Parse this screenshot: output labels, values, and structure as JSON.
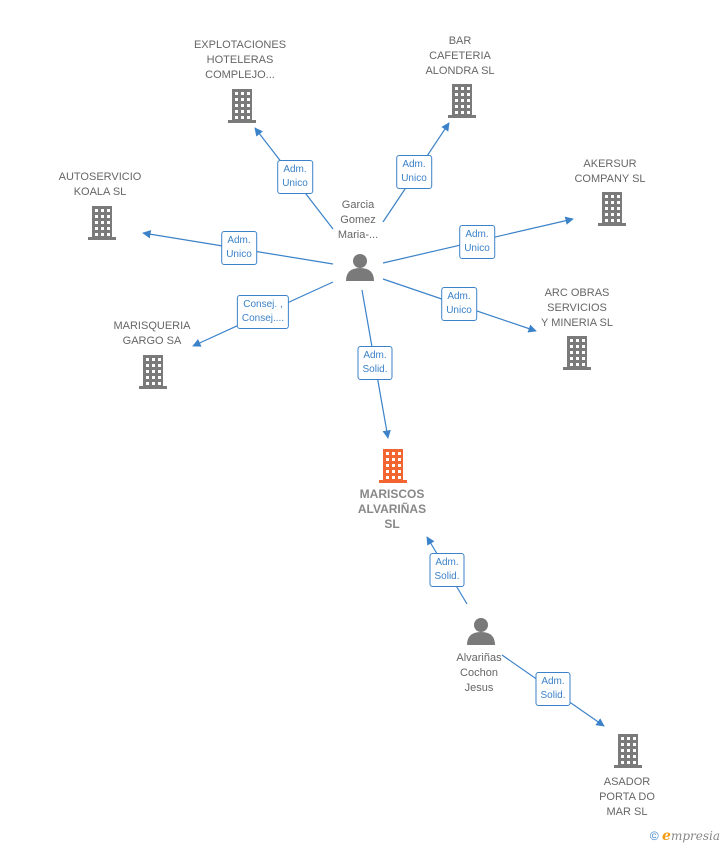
{
  "nodes": [
    {
      "id": "explotaciones",
      "kind": "company",
      "label": "EXPLOTACIONES\nHOTELERAS\nCOMPLEJO..."
    },
    {
      "id": "bar",
      "kind": "company",
      "label": "BAR\nCAFETERIA\nALONDRA SL"
    },
    {
      "id": "autoservicio",
      "kind": "company",
      "label": "AUTOSERVICIO\nKOALA  SL"
    },
    {
      "id": "akersur",
      "kind": "company",
      "label": "AKERSUR\nCOMPANY  SL"
    },
    {
      "id": "marisqueria",
      "kind": "company",
      "label": "MARISQUERIA\nGARGO SA"
    },
    {
      "id": "arc",
      "kind": "company",
      "label": "ARC OBRAS\nSERVICIOS\nY MINERIA  SL"
    },
    {
      "id": "mariscos",
      "kind": "company",
      "main": true,
      "label": "MARISCOS\nALVARIÑAS\nSL"
    },
    {
      "id": "asador",
      "kind": "company",
      "label": "ASADOR\nPORTA DO\nMAR  SL"
    },
    {
      "id": "garcia",
      "kind": "person",
      "label": "Garcia\nGomez\nMaria-..."
    },
    {
      "id": "alvarinas",
      "kind": "person",
      "label": "Alvariñas\nCochon\nJesus"
    }
  ],
  "edges": [
    {
      "from": "garcia",
      "to": "explotaciones",
      "label": "Adm.\nUnico"
    },
    {
      "from": "garcia",
      "to": "bar",
      "label": "Adm.\nUnico"
    },
    {
      "from": "garcia",
      "to": "autoservicio",
      "label": "Adm.\nUnico"
    },
    {
      "from": "garcia",
      "to": "akersur",
      "label": "Adm.\nUnico"
    },
    {
      "from": "garcia",
      "to": "marisqueria",
      "label": "Consej. ,\nConsej...."
    },
    {
      "from": "garcia",
      "to": "arc",
      "label": "Adm.\nUnico"
    },
    {
      "from": "garcia",
      "to": "mariscos",
      "label": "Adm.\nSolid."
    },
    {
      "from": "alvarinas",
      "to": "mariscos",
      "label": "Adm.\nSolid."
    },
    {
      "from": "alvarinas",
      "to": "asador",
      "label": "Adm.\nSolid."
    }
  ],
  "colors": {
    "edge": "#3b82c9",
    "company": "#7a7a7a",
    "main_company": "#f26430",
    "person": "#7a7a7a"
  },
  "copyright": {
    "symbol": "©",
    "brand_initial": "e",
    "brand_rest": "mpresia"
  }
}
